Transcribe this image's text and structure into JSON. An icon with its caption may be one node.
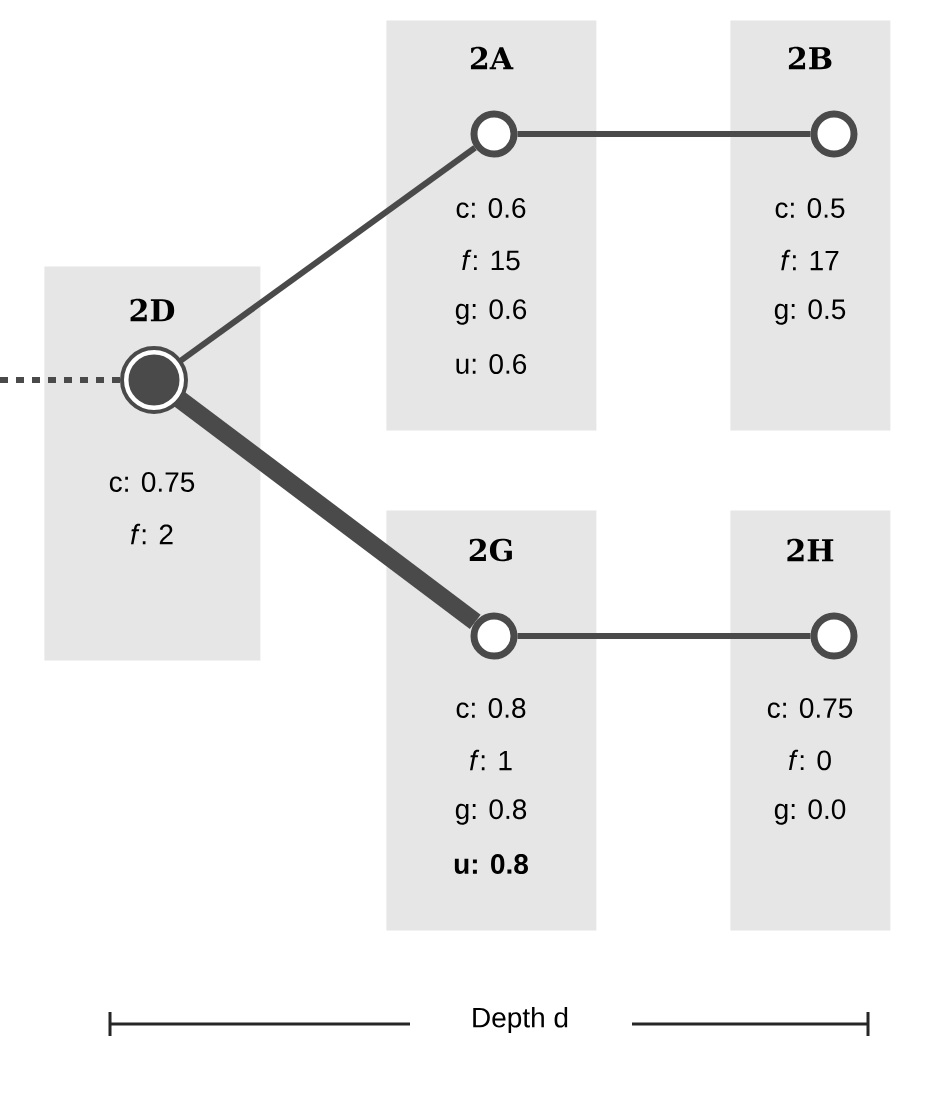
{
  "diagram": {
    "nodes": [
      {
        "text": [
          "2D",
          "c: 0.75",
          "*f*: 2"
        ]
      },
      {
        "text": [],
        "shape": "circle",
        "in": 0
      },
      {
        "text": [
          "2A",
          "c: 0.6",
          "*f*: 15",
          "g: 0.6",
          "u: 0.6"
        ]
      },
      {
        "text": [],
        "shape": "circle",
        "in": 2
      },
      {
        "text": [
          "2B",
          "c: 0.5",
          "*f*: 17",
          "g: 0.5"
        ]
      },
      {
        "text": [],
        "shape": "circle",
        "in": 4
      },
      {
        "text": [
          "2G",
          "c: 0.8",
          "*f*: 1",
          "g: 0.8",
          "**u: 0.8**"
        ]
      },
      {
        "text": [],
        "shape": "circle",
        "in": 6
      },
      {
        "text": [
          "2H",
          "c: 0.75",
          "*f*: 0",
          "g: 0.0"
        ]
      },
      {
        "text": [],
        "shape": "circle",
        "in": 8
      }
    ],
    "edges": [
      {
        "from": null,
        "to": 1,
        "arrow": "none",
        "style": "dashed"
      },
      {
        "from": 1,
        "to": 3,
        "arrow": "none"
      },
      {
        "from": 1,
        "to": 7,
        "arrow": "none",
        "style": "thick"
      },
      {
        "from": 3,
        "to": 5,
        "arrow": "none"
      },
      {
        "from": 7,
        "to": 9,
        "arrow": "none"
      }
    ],
    "labels": [
      "Depth d"
    ]
  }
}
